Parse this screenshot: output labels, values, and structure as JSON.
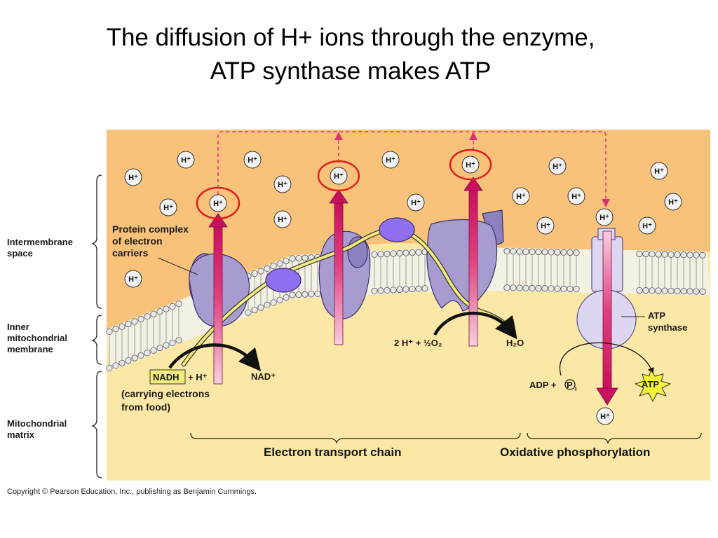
{
  "title": {
    "line1": "The diffusion of H+ ions through the enzyme,",
    "line2": "ATP synthase makes ATP"
  },
  "regions": {
    "intermembrane": [
      "Intermembrane",
      "space"
    ],
    "inner_membrane": [
      "Inner",
      "mitochondrial",
      "membrane"
    ],
    "matrix": [
      "Mitochondrial",
      "matrix"
    ]
  },
  "labels": {
    "protein_complex": [
      "Protein complex",
      "of electron",
      "carriers"
    ],
    "atp_synthase": [
      "ATP",
      "synthase"
    ],
    "nadh": "NADH",
    "plus_h": "+ H⁺",
    "carrying": [
      "(carrying electrons",
      "from food)"
    ],
    "nad": "NAD⁺",
    "oxygen_reaction": "2 H⁺ + ½O₂",
    "water": "H₂O",
    "adp": "ADP +",
    "phosphate": "P",
    "phosphate_sub": "i",
    "atp": "ATP"
  },
  "ion_label": "H⁺",
  "sections": {
    "etc": "Electron transport chain",
    "oxphos": "Oxidative phosphorylation"
  },
  "copyright": "Copyright © Pearson Education, Inc., publishing as Benjamin Cummings.",
  "colors": {
    "intermembrane_fill": "#f9c27a",
    "matrix_fill": "#fbe8a6",
    "protein_fill": "#a79bd0",
    "carrier_fill": "#8f6ff0",
    "proton_arrow": "#d8176a",
    "dashed_arrow": "#e0307a",
    "highlight_circle": "#e01e1e",
    "electron_path": "#f4ec7a",
    "atp_star": "#f4f23a"
  }
}
